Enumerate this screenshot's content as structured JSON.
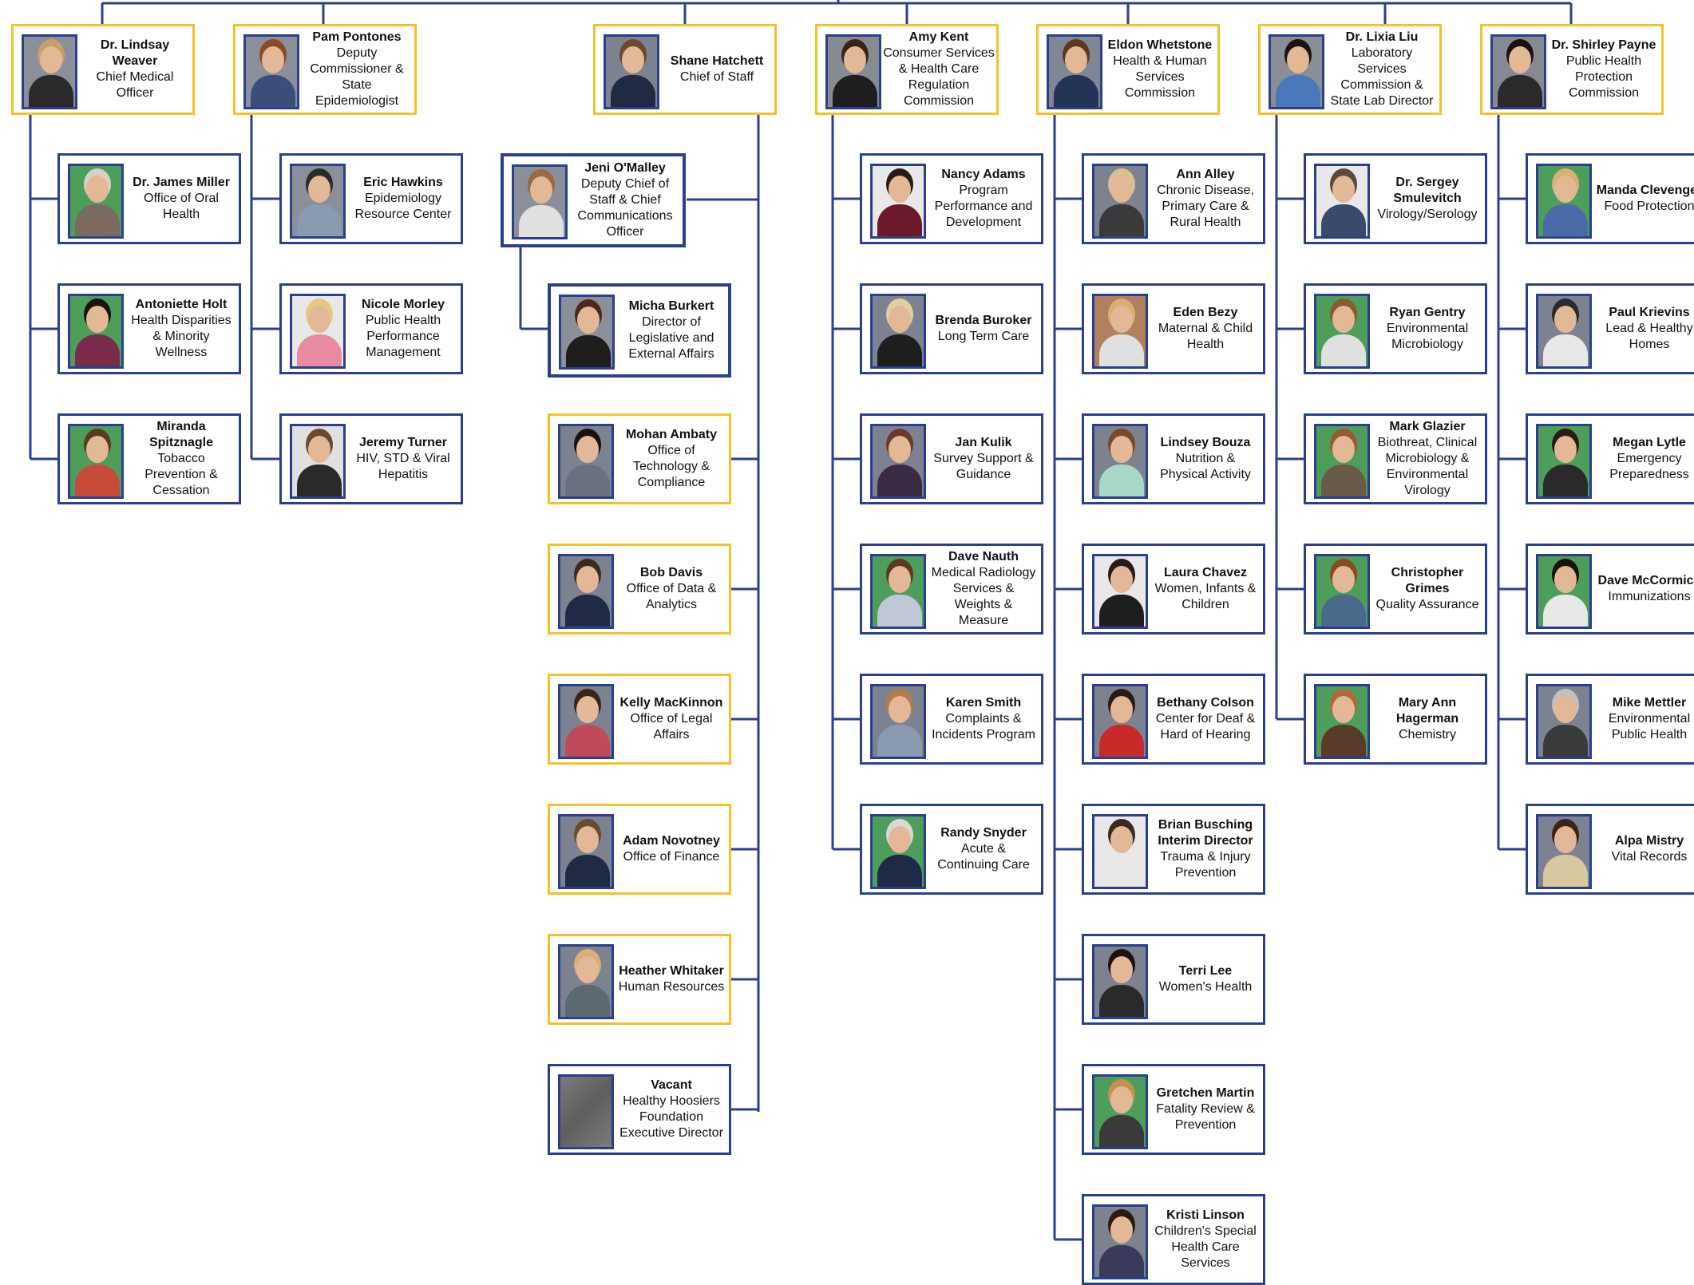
{
  "leaders": [
    {
      "name": "Dr. Lindsay\nWeaver",
      "title": "Chief Medical\nOfficer",
      "photo": "portrait-photo",
      "bg": "#8a8f99",
      "hair": "#c8a06a",
      "shirt": "#2a2a2a"
    },
    {
      "name": "Pam Pontones",
      "title": "Deputy\nCommissioner &\nState\nEpidemiologist",
      "photo": "portrait-photo",
      "bg": "#8a8f99",
      "hair": "#8a4a22",
      "shirt": "#3b4d7a"
    },
    {
      "name": "Shane Hatchett",
      "title": "Chief of Staff",
      "photo": "portrait-photo",
      "bg": "#7d8290",
      "hair": "#6b4a2c",
      "shirt": "#1f2a44"
    },
    {
      "name": "Amy Kent",
      "title": "Consumer Services\n& Health Care\nRegulation\nCommission",
      "photo": "portrait-photo",
      "bg": "#868a93",
      "hair": "#3a2418",
      "shirt": "#1e1e1e"
    },
    {
      "name": "Eldon Whetstone",
      "title": "Health & Human\nServices\nCommission",
      "photo": "portrait-photo",
      "bg": "#7f8794",
      "hair": "#5a3a22",
      "shirt": "#243456"
    },
    {
      "name": "Dr. Lixia Liu",
      "title": "Laboratory\nServices\nCommission &\nState Lab Director",
      "photo": "portrait-photo",
      "bg": "#8a8e96",
      "hair": "#1c1410",
      "shirt": "#4a78b8"
    },
    {
      "name": "Dr. Shirley Payne",
      "title": "Public Health\nProtection\nCommission",
      "photo": "portrait-photo",
      "bg": "#858a92",
      "hair": "#1a120c",
      "shirt": "#2a2a2a"
    }
  ],
  "column_weaver": [
    {
      "name": "Dr. James Miller",
      "title": "Office of Oral\nHealth",
      "photo": "portrait-photo",
      "bg": "#4c9e5a",
      "hair": "#d8d0c0",
      "shirt": "#7a6a60"
    },
    {
      "name": "Antoniette Holt",
      "title": "Health Disparities\n& Minority\nWellness",
      "photo": "portrait-photo",
      "bg": "#4c9e5a",
      "hair": "#1a120c",
      "shirt": "#7a2a4a"
    },
    {
      "name": "Miranda\nSpitznagle",
      "title": "Tobacco\nPrevention &\nCessation",
      "photo": "portrait-photo",
      "bg": "#4c9e5a",
      "hair": "#5a3a22",
      "shirt": "#c84a3a"
    }
  ],
  "column_pontones": [
    {
      "name": "Eric Hawkins",
      "title": "Epidemiology\nResource Center",
      "photo": "portrait-photo",
      "bg": "#8a8f99",
      "hair": "#2a2a2a",
      "shirt": "#8a9ab0"
    },
    {
      "name": "Nicole Morley",
      "title": "Public Health\nPerformance\nManagement",
      "photo": "portrait-photo",
      "bg": "#e8e8e8",
      "hair": "#e8c880",
      "shirt": "#e88aa0"
    },
    {
      "name": "Jeremy Turner",
      "title": "HIV, STD & Viral\nHepatitis",
      "photo": "portrait-photo",
      "bg": "#e0e0e0",
      "hair": "#6a4a30",
      "shirt": "#2a2a2a"
    }
  ],
  "deputy_chief": {
    "name": "Jeni O'Malley",
    "title": "Deputy Chief of\nStaff & Chief\nCommunications\nOfficer",
    "photo": "portrait-photo",
    "bg": "#8a8f99",
    "hair": "#9a6a40",
    "shirt": "#e0e0e0"
  },
  "deputy_report": {
    "name": "Micha Burkert",
    "title": "Director of\nLegislative and\nExternal Affairs",
    "photo": "portrait-photo",
    "bg": "#8a8f99",
    "hair": "#4a2a18",
    "shirt": "#1e1e1e"
  },
  "column_hatchett": [
    {
      "name": "Mohan Ambaty",
      "title": "Office of\nTechnology &\nCompliance",
      "photo": "portrait-photo",
      "bg": "#7d8290",
      "hair": "#1a120c",
      "shirt": "#6a7080"
    },
    {
      "name": "Bob Davis",
      "title": "Office of Data &\nAnalytics",
      "photo": "portrait-photo",
      "bg": "#7d8290",
      "hair": "#3a2a20",
      "shirt": "#1f2a44"
    },
    {
      "name": "Kelly MacKinnon",
      "title": "Office of Legal\nAffairs",
      "photo": "portrait-photo",
      "bg": "#7d8290",
      "hair": "#3a2418",
      "shirt": "#c04a5a"
    },
    {
      "name": "Adam Novotney",
      "title": "Office of Finance",
      "photo": "portrait-photo",
      "bg": "#7d8290",
      "hair": "#6a4a30",
      "shirt": "#1f2a44"
    },
    {
      "name": "Heather Whitaker",
      "title": "Human Resources",
      "photo": "portrait-photo",
      "bg": "#7d8290",
      "hair": "#d8b070",
      "shirt": "#5a6a70"
    },
    {
      "name": "Vacant",
      "title": "Healthy Hoosiers\nFoundation\nExecutive Director",
      "photo": "empty-photo",
      "bg": "#6e6e6e",
      "hair": "",
      "shirt": ""
    }
  ],
  "column_kent": [
    {
      "name": "Nancy Adams",
      "title": "Program\nPerformance and\nDevelopment",
      "photo": "portrait-photo",
      "bg": "#e8e8e8",
      "hair": "#2a1a14",
      "shirt": "#6a1a2a"
    },
    {
      "name": "Brenda Buroker",
      "title": "Long Term Care",
      "photo": "portrait-photo",
      "bg": "#7d8290",
      "hair": "#e0d0a0",
      "shirt": "#1e1e1e"
    },
    {
      "name": "Jan Kulik",
      "title": "Survey Support &\nGuidance",
      "photo": "portrait-photo",
      "bg": "#7d8290",
      "hair": "#6a3a2a",
      "shirt": "#3a2a44"
    },
    {
      "name": "Dave Nauth",
      "title": "Medical Radiology\nServices &\nWeights &\nMeasure",
      "photo": "portrait-photo",
      "bg": "#4c9e5a",
      "hair": "#5a3a22",
      "shirt": "#c0c8d8"
    },
    {
      "name": "Karen Smith",
      "title": "Complaints &\nIncidents Program",
      "photo": "portrait-photo",
      "bg": "#7d8290",
      "hair": "#b87a4a",
      "shirt": "#8a9ab0"
    },
    {
      "name": "Randy Snyder",
      "title": "Acute &\nContinuing Care",
      "photo": "portrait-photo",
      "bg": "#4c9e5a",
      "hair": "#d8d8d8",
      "shirt": "#1f2a44"
    }
  ],
  "column_whetstone": [
    {
      "name": "Ann Alley",
      "title": "Chronic Disease,\nPrimary Care &\nRural Health",
      "photo": "portrait-photo",
      "bg": "#7d8290",
      "hair": "#d8c090",
      "shirt": "#3a3a3a"
    },
    {
      "name": "Eden Bezy",
      "title": "Maternal & Child\nHealth",
      "photo": "portrait-photo",
      "bg": "#b08060",
      "hair": "#d8b070",
      "shirt": "#e0e0e0"
    },
    {
      "name": "Lindsey Bouza",
      "title": "Nutrition &\nPhysical Activity",
      "photo": "portrait-photo",
      "bg": "#7d8290",
      "hair": "#7a4a28",
      "shirt": "#a8d8c8"
    },
    {
      "name": "Laura Chavez",
      "title": "Women, Infants &\nChildren",
      "photo": "portrait-photo",
      "bg": "#e8e8e8",
      "hair": "#2a1a14",
      "shirt": "#1e1e1e"
    },
    {
      "name": "Bethany Colson",
      "title": "Center for Deaf &\nHard of Hearing",
      "photo": "portrait-photo",
      "bg": "#7d8290",
      "hair": "#2a1a14",
      "shirt": "#c82a2a"
    },
    {
      "name": "Brian Busching\nInterim Director",
      "title": "Trauma & Injury\nPrevention",
      "photo": "portrait-photo",
      "bg": "#e8e8e8",
      "hair": "#3a2a20",
      "shirt": "#e8e8e8"
    },
    {
      "name": "Terri Lee",
      "title": "Women's Health",
      "photo": "portrait-photo",
      "bg": "#7d8290",
      "hair": "#1a120c",
      "shirt": "#2a2a2a"
    },
    {
      "name": "Gretchen Martin",
      "title": "Fatality Review &\nPrevention",
      "photo": "portrait-photo",
      "bg": "#4c9e5a",
      "hair": "#c89050",
      "shirt": "#3a3a3a"
    },
    {
      "name": "Kristi Linson",
      "title": "Children's Special\nHealth Care\nServices",
      "photo": "portrait-photo",
      "bg": "#7d8290",
      "hair": "#2a1a14",
      "shirt": "#3a3a5a"
    }
  ],
  "column_liu": [
    {
      "name": "Dr. Sergey\nSmulevitch",
      "title": "Virology/Serology",
      "photo": "portrait-photo",
      "bg": "#e8e8e8",
      "hair": "#5a4a3a",
      "shirt": "#3a4a6a"
    },
    {
      "name": "Ryan Gentry",
      "title": "Environmental\nMicrobiology",
      "photo": "portrait-photo",
      "bg": "#4c9e5a",
      "hair": "#8a5a30",
      "shirt": "#e0e0e0"
    },
    {
      "name": "Mark Glazier",
      "title": "Biothreat, Clinical\nMicrobiology &\nEnvironmental\nVirology",
      "photo": "portrait-photo",
      "bg": "#4c9e5a",
      "hair": "#9a5a30",
      "shirt": "#6a5a4a"
    },
    {
      "name": "Christopher\nGrimes",
      "title": "Quality Assurance",
      "photo": "portrait-photo",
      "bg": "#4c9e5a",
      "hair": "#8a4a20",
      "shirt": "#4a6a8a"
    },
    {
      "name": "Mary Ann\nHagerman",
      "title": "Chemistry",
      "photo": "portrait-photo",
      "bg": "#4c9e5a",
      "hair": "#b06a3a",
      "shirt": "#5a3a2a"
    }
  ],
  "column_payne": [
    {
      "name": "Manda Clevenger",
      "title": "Food Protection",
      "photo": "portrait-photo",
      "bg": "#4c9e5a",
      "hair": "#d8b070",
      "shirt": "#4a6aa8"
    },
    {
      "name": "Paul Krievins",
      "title": "Lead & Healthy\nHomes",
      "photo": "portrait-photo",
      "bg": "#7d8290",
      "hair": "#2a2a2a",
      "shirt": "#e8e8e8"
    },
    {
      "name": "Megan Lytle",
      "title": "Emergency\nPreparedness",
      "photo": "portrait-photo",
      "bg": "#4c9e5a",
      "hair": "#2a1a14",
      "shirt": "#2a2a2a"
    },
    {
      "name": "Dave McCormick",
      "title": "Immunizations",
      "photo": "portrait-photo",
      "bg": "#4c9e5a",
      "hair": "#1a120c",
      "shirt": "#e8e8e8"
    },
    {
      "name": "Mike Mettler",
      "title": "Environmental\nPublic Health",
      "photo": "portrait-photo",
      "bg": "#7d8290",
      "hair": "#c0c0c0",
      "shirt": "#3a3a3a"
    },
    {
      "name": "Alpa Mistry",
      "title": "Vital Records",
      "photo": "portrait-photo",
      "bg": "#7d8290",
      "hair": "#3a2418",
      "shirt": "#d8c8a0"
    }
  ],
  "colors": {
    "navy": "#2b3f8f",
    "gold": "#f4c226"
  }
}
